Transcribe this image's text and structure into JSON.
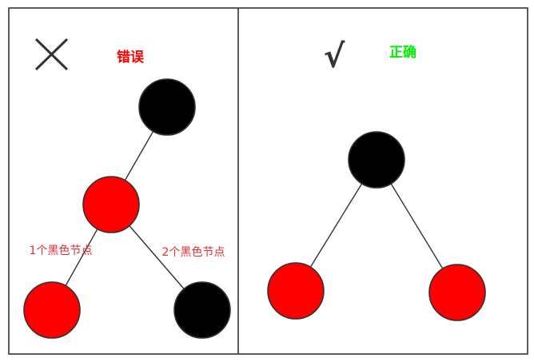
{
  "panels": {
    "wrong": {
      "mark": "✕",
      "label": "错误",
      "label_color": "#ff0000",
      "edges": [
        [
          "root",
          "mid"
        ],
        [
          "mid",
          "left"
        ],
        [
          "mid",
          "right"
        ]
      ],
      "nodes": {
        "root": {
          "color": "#000000"
        },
        "mid": {
          "color": "#ff0000"
        },
        "left": {
          "color": "#ff0000"
        },
        "right": {
          "color": "#000000"
        }
      },
      "path_notes": {
        "left": "1个黑色节点",
        "right": "2个黑色节点"
      },
      "note_color": "#e03030"
    },
    "correct": {
      "mark": "√",
      "label": "正确",
      "label_color": "#00ee00",
      "edges": [
        [
          "root",
          "left"
        ],
        [
          "root",
          "right"
        ]
      ],
      "nodes": {
        "root": {
          "color": "#000000"
        },
        "left": {
          "color": "#ff0000"
        },
        "right": {
          "color": "#ff0000"
        }
      }
    }
  },
  "colors": {
    "border": "#333333",
    "black_node": "#000000",
    "red_node": "#ff0000"
  }
}
